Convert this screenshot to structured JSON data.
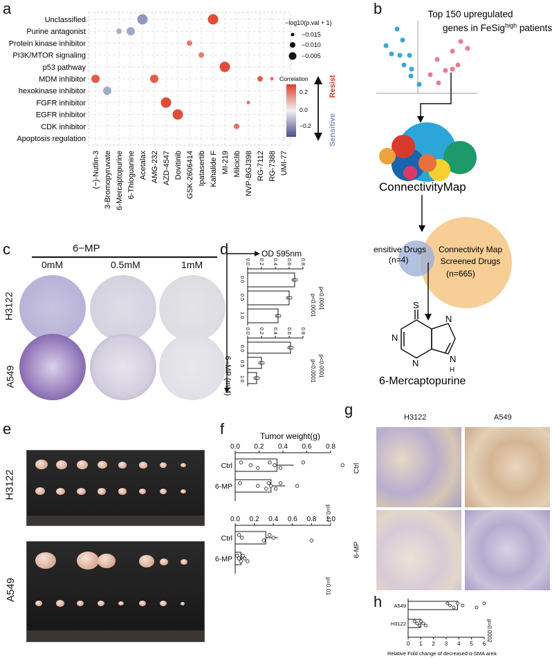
{
  "panels": {
    "a": "a",
    "b": "b",
    "c": "c",
    "d": "d",
    "e": "e",
    "f": "f",
    "g": "g",
    "h": "h"
  },
  "panel_a": {
    "rows": [
      "Unclassified",
      "Purine antagonist",
      "Protein kinase inhibitor",
      "PI3K/MTOR signaling",
      "p53 pathway",
      "MDM inhibitor",
      "hexokinase inhibitor",
      "FGFR inhibitor",
      "EGFR inhibitor",
      "CDK inhibitor",
      "Apoptosis regulation"
    ],
    "cols": [
      "(−)-Nutlin-3",
      "3-Bromopyruvate",
      "6-Mercaptopurine",
      "6-Thioguanine",
      "Acetalax",
      "AMG-232",
      "AZD-4547",
      "Dovitinib",
      "GSK-2606414",
      "Ipatasertib",
      "Kahalide F",
      "MI-219",
      "Milciclib",
      "NVP-BGJ398",
      "RG-7112",
      "RG-7388",
      "UMI-77"
    ],
    "size_legend_title": "−log10(p.val + 1)",
    "size_legend": [
      "−0.015",
      "−0.010",
      "−0.005"
    ],
    "color_legend_title": "Correlation",
    "color_legend_ticks": [
      "0.2",
      "0.0",
      "−0.2"
    ],
    "resist_label": "Resist",
    "sensitive_label": "Sensitive",
    "colors": {
      "resist": "#e0402a",
      "sensitive": "#7d86b5",
      "mid": "#f0f0f0"
    }
  },
  "panel_b": {
    "title_line1": "Top 150 upregulated",
    "title_line2_pre": "genes in FeSig",
    "title_line2_sup": "high",
    "title_line2_post": " patients",
    "cmap_label": "ConnectivityMap",
    "sensitive_drugs": "Sensitive Drugs",
    "sensitive_n": "(n=4)",
    "cmap_drugs_1": "Connectivity Map",
    "cmap_drugs_2": "Screened Drugs",
    "cmap_n": "(n=665)",
    "atom_s": "S",
    "atom_n": "N",
    "atom_h": "H",
    "drug_name": "6-Mercaptopurine"
  },
  "panel_c": {
    "treatment": "6−MP",
    "concentrations": [
      "0mM",
      "0.5mM",
      "1mM"
    ],
    "cell_lines": [
      "H3122",
      "A549"
    ]
  },
  "panel_d": {
    "axis_title": "OD 595nm",
    "y_title": "6−MP (mM)",
    "ticks": [
      "0.0",
      "0.2",
      "0.4",
      "0.6",
      "0.8"
    ],
    "groups": [
      "0.0",
      "0.5",
      "1.0"
    ],
    "pvals": [
      "p<0.0001",
      "p<0.0001",
      "p<0.0001",
      "p<0.0001"
    ]
  },
  "panel_e": {
    "cell_lines": [
      "H3122",
      "A549"
    ]
  },
  "panel_f": {
    "axis_title": "Tumor weight(g)",
    "ticks_top": [
      "0.0",
      "0.2",
      "0.4",
      "0.6",
      "0.8"
    ],
    "ticks_bottom": [
      "0.0",
      "0.2",
      "0.4",
      "0.6",
      "0.8",
      "1.0"
    ],
    "groups": [
      "Ctrl",
      "6-MP"
    ],
    "p_top": "p=0.47",
    "p_bottom": "p=0.01"
  },
  "panel_g": {
    "cols": [
      "H3122",
      "A549"
    ],
    "rows": [
      "Ctrl",
      "6-MP"
    ]
  },
  "panel_h": {
    "groups": [
      "A549",
      "H3122"
    ],
    "ticks": [
      "0",
      "1",
      "2",
      "3",
      "4",
      "5",
      "6"
    ],
    "xlabel": "Relative Fold change of decreased α-SMA area",
    "p": "p=0.0002"
  },
  "chart_data": [
    {
      "type": "scatter",
      "panel": "a",
      "points": [
        {
          "row": "Unclassified",
          "col": "Acetalax",
          "corr": -0.25,
          "size": "large"
        },
        {
          "row": "Unclassified",
          "col": "Kahalide F",
          "corr": 0.28,
          "size": "large"
        },
        {
          "row": "Purine antagonist",
          "col": "6-Mercaptopurine",
          "corr": -0.18,
          "size": "small"
        },
        {
          "row": "Purine antagonist",
          "col": "6-Thioguanine",
          "corr": -0.2,
          "size": "medium"
        },
        {
          "row": "Protein kinase inhibitor",
          "col": "GSK-2606414",
          "corr": 0.2,
          "size": "small"
        },
        {
          "row": "PI3K/MTOR signaling",
          "col": "Ipatasertib",
          "corr": 0.2,
          "size": "small"
        },
        {
          "row": "p53 pathway",
          "col": "MI-219",
          "corr": 0.28,
          "size": "large"
        },
        {
          "row": "MDM inhibitor",
          "col": "(−)-Nutlin-3",
          "corr": 0.25,
          "size": "medium"
        },
        {
          "row": "MDM inhibitor",
          "col": "AMG-232",
          "corr": 0.25,
          "size": "medium"
        },
        {
          "row": "MDM inhibitor",
          "col": "RG-7112",
          "corr": 0.25,
          "size": "small"
        },
        {
          "row": "MDM inhibitor",
          "col": "RG-7388",
          "corr": 0.22,
          "size": "tiny"
        },
        {
          "row": "hexokinase inhibitor",
          "col": "3-Bromopyruvate",
          "corr": -0.2,
          "size": "medium"
        },
        {
          "row": "FGFR inhibitor",
          "col": "AZD-4547",
          "corr": 0.28,
          "size": "large"
        },
        {
          "row": "FGFR inhibitor",
          "col": "NVP-BGJ398",
          "corr": 0.22,
          "size": "tiny"
        },
        {
          "row": "EGFR inhibitor",
          "col": "Dovitinib",
          "corr": 0.28,
          "size": "large"
        },
        {
          "row": "CDK inhibitor",
          "col": "Milciclib",
          "corr": 0.22,
          "size": "small"
        },
        {
          "row": "Apoptosis regulation",
          "col": "UMI-77",
          "corr": -0.02,
          "size": "tiny"
        }
      ]
    },
    {
      "type": "bar",
      "panel": "d-H3122",
      "categories": [
        "0.0",
        "0.5",
        "1.0"
      ],
      "values": [
        0.68,
        0.6,
        0.44
      ],
      "xlim": [
        0,
        0.8
      ]
    },
    {
      "type": "bar",
      "panel": "d-A549",
      "categories": [
        "0.0",
        "0.5",
        "1.0"
      ],
      "values": [
        0.62,
        0.2,
        0.13
      ],
      "xlim": [
        0,
        0.8
      ]
    },
    {
      "type": "bar",
      "panel": "f-H3122",
      "categories": [
        "Ctrl",
        "6-MP"
      ],
      "values": [
        0.35,
        0.3
      ],
      "points": [
        [
          0.05,
          0.13,
          0.19,
          0.29,
          0.33,
          0.38,
          0.57,
          0.9
        ],
        [
          0.04,
          0.19,
          0.26,
          0.28,
          0.3,
          0.34,
          0.38,
          0.52
        ]
      ],
      "xlim": [
        0,
        0.8
      ]
    },
    {
      "type": "bar",
      "panel": "f-A549",
      "categories": [
        "Ctrl",
        "6-MP"
      ],
      "values": [
        0.32,
        0.06
      ],
      "points": [
        [
          0.04,
          0.07,
          0.3,
          0.36,
          0.4,
          0.8
        ],
        [
          0.02,
          0.04,
          0.06,
          0.08,
          0.1,
          0.13
        ]
      ],
      "xlim": [
        0,
        1.0
      ]
    },
    {
      "type": "bar",
      "panel": "h",
      "categories": [
        "A549",
        "H3122"
      ],
      "values": [
        3.9,
        1.0
      ],
      "points": [
        [
          3.1,
          3.3,
          3.6,
          3.9,
          4.3,
          5.4,
          6.0
        ],
        [
          0.5,
          0.7,
          0.9,
          1.0,
          1.2,
          1.4
        ]
      ],
      "xlim": [
        0,
        6
      ]
    }
  ]
}
